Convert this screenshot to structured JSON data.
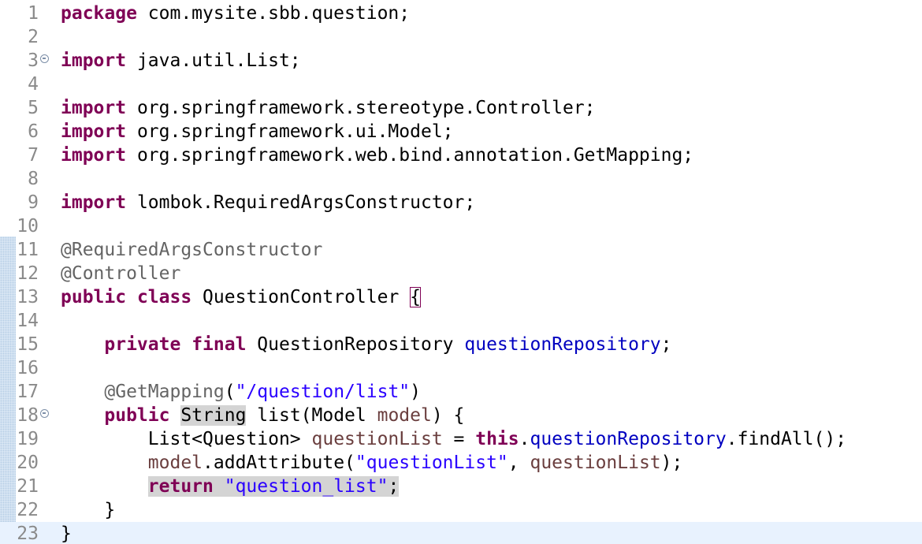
{
  "editor": {
    "lines": [
      {
        "num": "1",
        "tokens": [
          [
            "kw",
            "package"
          ],
          [
            "",
            " com.mysite.sbb.question;"
          ]
        ]
      },
      {
        "num": "2",
        "tokens": []
      },
      {
        "num": "3",
        "fold": true,
        "tokens": [
          [
            "kw",
            "import"
          ],
          [
            "",
            " java.util.List;"
          ]
        ]
      },
      {
        "num": "4",
        "tokens": []
      },
      {
        "num": "5",
        "tokens": [
          [
            "kw",
            "import"
          ],
          [
            "",
            " org.springframework.stereotype.Controller;"
          ]
        ]
      },
      {
        "num": "6",
        "tokens": [
          [
            "kw",
            "import"
          ],
          [
            "",
            " org.springframework.ui.Model;"
          ]
        ]
      },
      {
        "num": "7",
        "tokens": [
          [
            "kw",
            "import"
          ],
          [
            "",
            " org.springframework.web.bind.annotation.GetMapping;"
          ]
        ]
      },
      {
        "num": "8",
        "tokens": []
      },
      {
        "num": "9",
        "tokens": [
          [
            "kw",
            "import"
          ],
          [
            "",
            " lombok.RequiredArgsConstructor;"
          ]
        ]
      },
      {
        "num": "10",
        "tokens": []
      },
      {
        "num": "11",
        "tokens": [
          [
            "ann",
            "@RequiredArgsConstructor"
          ]
        ]
      },
      {
        "num": "12",
        "tokens": [
          [
            "ann",
            "@Controller"
          ]
        ]
      },
      {
        "num": "13",
        "tokens": [
          [
            "kw",
            "public"
          ],
          [
            "",
            " "
          ],
          [
            "kw",
            "class"
          ],
          [
            "",
            " QuestionController "
          ],
          [
            "brace-match",
            "{"
          ]
        ]
      },
      {
        "num": "14",
        "tokens": []
      },
      {
        "num": "15",
        "tokens": [
          [
            "",
            "    "
          ],
          [
            "kw",
            "private"
          ],
          [
            "",
            " "
          ],
          [
            "kw",
            "final"
          ],
          [
            "",
            " QuestionRepository "
          ],
          [
            "field",
            "questionRepository"
          ],
          [
            "",
            ";"
          ]
        ]
      },
      {
        "num": "16",
        "tokens": []
      },
      {
        "num": "17",
        "tokens": [
          [
            "",
            "    "
          ],
          [
            "ann",
            "@GetMapping"
          ],
          [
            "",
            "("
          ],
          [
            "str",
            "\"/question/list\""
          ],
          [
            "",
            ")"
          ]
        ]
      },
      {
        "num": "18",
        "fold": true,
        "tokens": [
          [
            "",
            "    "
          ],
          [
            "kw",
            "public"
          ],
          [
            "",
            " "
          ],
          [
            "hl-type",
            "String"
          ],
          [
            "",
            " list(Model "
          ],
          [
            "local",
            "model"
          ],
          [
            "",
            ") {"
          ]
        ]
      },
      {
        "num": "19",
        "tokens": [
          [
            "",
            "        List<Question> "
          ],
          [
            "local",
            "questionList"
          ],
          [
            "",
            " = "
          ],
          [
            "kw",
            "this"
          ],
          [
            "",
            "."
          ],
          [
            "field",
            "questionRepository"
          ],
          [
            "",
            ".findAll();"
          ]
        ]
      },
      {
        "num": "20",
        "tokens": [
          [
            "",
            "        "
          ],
          [
            "local",
            "model"
          ],
          [
            "",
            ".addAttribute("
          ],
          [
            "str",
            "\"questionList\""
          ],
          [
            "",
            ", "
          ],
          [
            "local",
            "questionList"
          ],
          [
            "",
            ");"
          ]
        ]
      },
      {
        "num": "21",
        "tokens": [
          [
            "",
            "        "
          ],
          [
            "kw hl-occur",
            "return"
          ],
          [
            "hl-occur",
            " "
          ],
          [
            "str hl-occur",
            "\"question_list\""
          ],
          [
            "hl-occur",
            ";"
          ]
        ]
      },
      {
        "num": "22",
        "tokens": [
          [
            "",
            "    }"
          ]
        ]
      },
      {
        "num": "23",
        "current": true,
        "tokens": [
          [
            "",
            "}"
          ]
        ]
      }
    ]
  },
  "colors": {
    "keyword": "#7f0055",
    "annotation": "#646464",
    "field": "#0000c0",
    "string": "#2a00ff",
    "local_variable": "#6a3e3e",
    "line_number": "#8a8a8a",
    "current_line": "#e8f2fe",
    "occurrence_highlight": "#d4d4d4"
  },
  "icons": {
    "fold_marker": "collapse-circle-icon"
  }
}
